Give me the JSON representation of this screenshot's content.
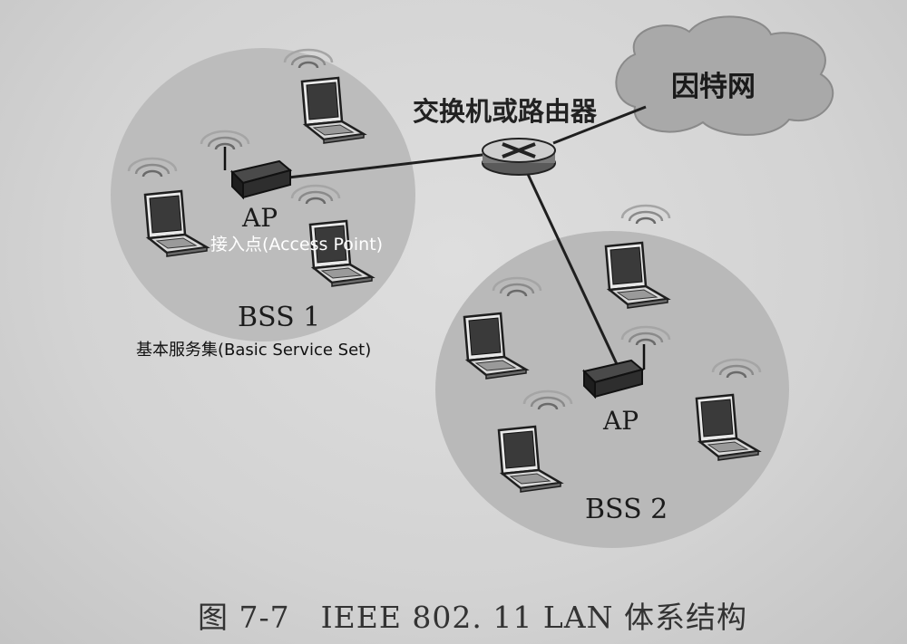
{
  "diagram": {
    "router_label": "交换机或路由器",
    "internet_label": "因特网",
    "bss1": {
      "name": "BSS 1",
      "ap_label": "AP",
      "ap_annotation": "接入点(Access Point)",
      "bss_annotation": "基本服务集(Basic Service Set)"
    },
    "bss2": {
      "name": "BSS 2",
      "ap_label": "AP"
    }
  },
  "caption": "图 7-7　IEEE 802. 11 LAN 体系结构",
  "colors": {
    "circle_fill": "#b8b8b8",
    "cloud_fill": "#a8a8a8",
    "device_dark": "#2a2a2a",
    "line": "#222222"
  }
}
